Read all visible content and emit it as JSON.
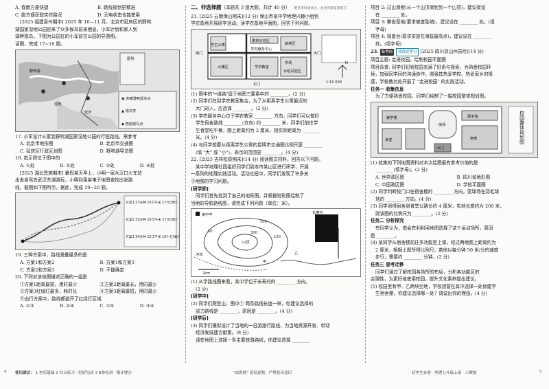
{
  "col1": {
    "top_options": [
      [
        "A. 春南方便快捷",
        "B. 路线规划更精准"
      ],
      [
        "C. 能方便获取实时路况",
        "D. 无电状态也能使用"
      ]
    ],
    "intro": [
      "[2025 福建泉州期中] 2025 年 10—11 月，北京市延庆区的野鸭",
      "湖国家湿地公园迎来了众多候鸟前来栖息。小军计划和家人到",
      "湖畔观鸟，下图为公园在的小军前往公园的导游图。",
      "读图，完成 17~18 题。"
    ],
    "map1": {
      "legend_title": "图例",
      "legend": [
        "赤嘴潜鸭观鸟点",
        "观鸟亭",
        "燕鸥观鸟点"
      ],
      "place_labels": [
        "野鸭湖",
        "延庆",
        "湿地"
      ]
    },
    "q17": "17. 小军设计从家到野鸭湖国家湿地公园的行程路线，需参考",
    "q17_opts": [
      [
        "A. 北京市地形图",
        "B. 北京市交通图"
      ],
      [
        "C. 延庆区行政区划图",
        "D. 野鸭湖导览图"
      ]
    ],
    "q18": "18. 指示牌位于图中的",
    "q18_opts": [
      "A. ①处",
      "B. ②处",
      "C. ③处",
      "D. ④处"
    ],
    "intro2": [
      "[2025 湖北恩施期末] 暑假某天早上，小明一家从汉口火车站",
      "出发自驾去武汉东湖游玩，小明利用某电子地图查找出发路",
      "线，截图如下图所示。据此，完成 19~20 题。"
    ],
    "map2": {
      "routes": [
        "方案1 27分钟 16.0千米 1个红绿灯",
        "方案2 31分钟 18.5千米 2个红绿灯",
        "方案3 34分钟 16.3千米 19个红绿灯"
      ]
    },
    "q19": "19. 三种方案中，路线重叠最多的是",
    "q19_opts": [
      [
        "A. 方案1和方案2",
        "B. 方案1和方案3"
      ],
      [
        "C. 方案2和方案3",
        "D. 不能确定"
      ]
    ],
    "q20": "20. 下列对该地图描述正确的一组是",
    "q20_items": [
      [
        "①方案1距离最短，用时最少",
        "②方案2距离最长，用时最少"
      ],
      [
        "③方案3红绿灯最多，耗时长",
        "④方案3距离最短，用时最少"
      ]
    ],
    "q20_extra": "⑤出行方案中，路线都避开了红绿灯区域",
    "q20_opts": [
      "A. ①③",
      "B. ②④",
      "C. ①⑤",
      "D. ③④"
    ]
  },
  "col2": {
    "section": "二、非选择题",
    "section_note": "（本题共 3 道大题，共计 40 分）",
    "side_note": "更多资料请关注，关注领取全套练习",
    "q21_intro": [
      "21. [2025 云南保山期末](12 分) 保山市某中学地理兴趣小组到",
      "学农基地开展研学活动。读学农基地平面图，回答下列问题。"
    ],
    "map3": {
      "labels": [
        "学生公寓",
        "果林示范区",
        "学农服务中心",
        "蔬菜区",
        "大棚区",
        "学农教室",
        "农场",
        "水稻试验区",
        "南门",
        "东门",
        "大门"
      ],
      "scale": "1:10 000",
      "compass": "N"
    },
    "q21_lines": [
      "(1) 图中的\"━道路\"属于地图三要素中的 ________。(2 分)",
      "(2) 同学们在到学农教室集合，为了从距离学生公寓最近的",
      "大门进入，应选择 ________。(2 分)",
      "(3) 学农服务中心位于学农教室 ________ 方向，同学们可以做好",
      "学生宿舍路线 ________(方向) 约 ________ 米，同学们前往学",
      "生食堂吃午餐，图上距离约为 2 厘米，则实际距离为 ________",
      "米。(4 分)",
      "(4) 与同学想要从距离学生公寓的昆明市交通图比例尺更 ________",
      "(填 \"大\" 或 \"小\")，表示的范围更 ________。(4 分)"
    ],
    "q22_intro": [
      "22. [2025 吉林松原期末](14 分) 阅读图文材料，回答以下问题。",
      "某中学地理社团组织同学们到本市某山区进行研学，开展",
      "一系列的地理实践活动。活动过程中，同学们发现了许多关",
      "于地图的学习问题。"
    ],
    "research": "[研学即]",
    "research_lines": [
      "同学们首先找到了自己的地形图，并根据地形图绘制了",
      "当地的导航路线图，请完成下列问题（单位：米）。"
    ],
    "map4": {
      "labels": [
        "某中学",
        "长寿村",
        "河流",
        "山顶",
        "甲",
        "乙"
      ],
      "contours": [
        "50",
        "100",
        "150",
        "300"
      ],
      "scale": "2km"
    },
    "q22_lines": [
      "(1) 从学路线图来看，某中学位于长寿村的 ________ 方向。",
      "(2 分)",
      "[研学中]",
      "(2) 同学们爬登山，图中① 两条路线长度一样，你建议选择的",
      "省力路线是 ________，原因是 ________。(4 分)",
      "[研学后]",
      "(3) 同学们模拟设计了当地的一日游旅行路线，为当地资源开发、带动",
      "经济发展建言献策。(8 分)",
      "请在地图上选择一条主要旅游路线，你建议选择 ________"
    ]
  },
  "col3": {
    "top_lines": [
      "项目 2: 过山滑索(从一个山顶滑到另一个山顶)，建议架设",
      "在 ________ 处。",
      "项目 3: 攀岩基地(要求坡度陡峭)，建议设在 ________ 处。(填",
      "字母)",
      "项目 4: 观景台(要求安放在海拔最高点)，建议设在 ________",
      "处。(填字母)"
    ],
    "q23_title": "23.",
    "q23_badge": "新考向",
    "q23_tag": "项目式学习",
    "q23_src": "[2025 四川凉山州质检](14 分)",
    "proj_lines": [
      "项目主题: 走进校园，绘制校园平面图",
      "项目背景: 同学们初到校园充满了好奇与探索，为熟悉校园环",
      "境，加强同学间的沟通协作，增强其热爱学校、热爱家乡的情",
      "感，学校教务处开展了 \"走进校园\" 的实践活动。"
    ],
    "task1": "任务一  收集信息",
    "task1_line": "为了方便熟悉校园，同学们绘制了一幅校园整体规划图。",
    "plan": {
      "side_label": "校园整体规划图",
      "labels": [
        "教学楼",
        "图书馆",
        "操场",
        "食堂",
        "宿舍",
        "大门"
      ]
    },
    "q23_lines": [
      "(1) 收集的下列地图资料对本次绘图最有参考价值的是",
      "________(填字母)。(2 分)"
    ],
    "q23_opts": [
      [
        "A. 世界政区图",
        "B. 四川省地形图"
      ],
      [
        "C. 中国政区图",
        "D. 学校平面图"
      ]
    ],
    "q23_more": [
      "(2) 同学判断校门口在宿舍楼的 ________ 方向，篮球场在羽毛球",
      "场的 ________ 方向。(4 分)",
      "(3) 同学测得宿舍到食堂公路长约 4 厘米，实地长度约为 200 米，",
      "则该图的比例尺为 ________。(2 分)"
    ],
    "task2": "任务二  分析探究",
    "task2_lines": [
      "有同学认为，借会有利利用地图选择了这个运动场所，原因",
      "是 ________。",
      "(4) 某同学从宿舍楼前往多功能室上课，经过两地图上距离约为",
      "2 厘米，根据上题所得比例尺，若他以每分钟 50 米/分的速度",
      "步行，需要约 ________ 分钟。(2 分)"
    ],
    "task3": "任务三  思考迁移",
    "task3_lines": [
      "同学们通过了解校园各场所的布局，分析各功能区的",
      "合理性，为更好地使用校园，提升文化素养提出建议。",
      "(5) 校园里有甲、乙两块空地，学校想要在其中选择一处修建学",
      "生宿舍楼，你建议选择哪一处？请说出你的理由。(4 分)"
    ]
  },
  "footer": {
    "left": "使用建议：",
    "steps": "1 夯实基础   2 对点练习 · 好好钻研   3 B卷检测 · 稳步提分",
    "center": "\"由衷题\" 因仅是题，严禁复印盗印",
    "right": "初中生合卷 · 地理七年级上册 · 人教版",
    "page_left": "4",
    "page_right": "5"
  }
}
